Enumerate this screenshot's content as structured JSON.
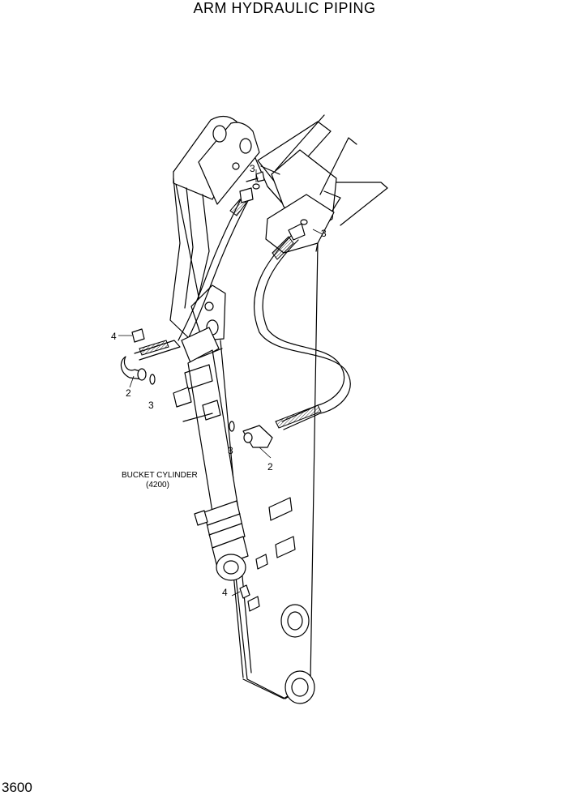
{
  "title": "ARM HYDRAULIC PIPING",
  "page_number": "3600",
  "component_label": {
    "name": "BUCKET CYLINDER",
    "code": "(4200)"
  },
  "callouts": [
    "4",
    "2",
    "3",
    "3",
    "3",
    "3",
    "2",
    "4"
  ]
}
